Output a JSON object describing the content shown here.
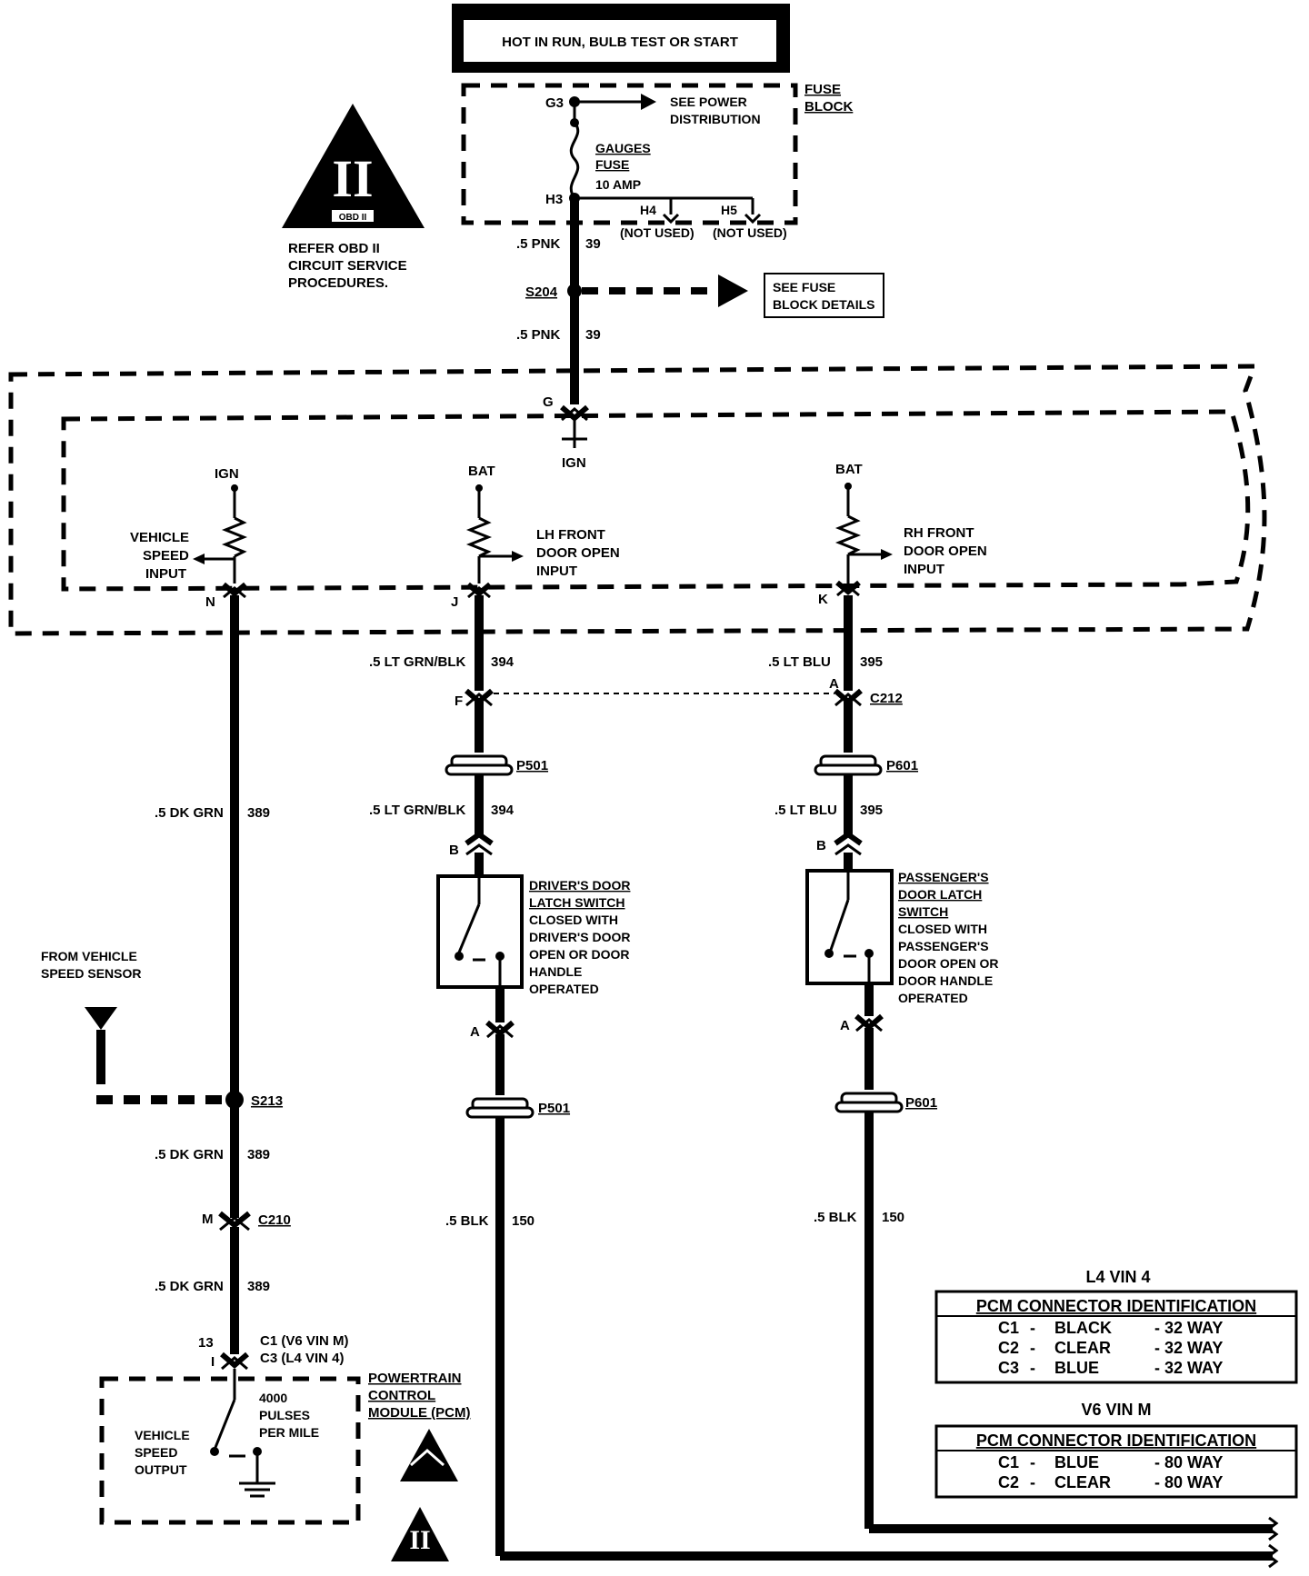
{
  "header": {
    "hot_box": "HOT IN RUN, BULB TEST OR START"
  },
  "fuse_block": {
    "title_line1": "FUSE",
    "title_line2": "BLOCK",
    "g3": "G3",
    "see_power_line1": "SEE POWER",
    "see_power_line2": "DISTRIBUTION",
    "fuse_line1": "GAUGES",
    "fuse_line2": "FUSE",
    "fuse_line3": "10 AMP",
    "h3": "H3",
    "h4": "H4",
    "h5": "H5",
    "h4_note": "(NOT USED)",
    "h5_note": "(NOT USED)"
  },
  "obd": {
    "symbol": "II",
    "symbol_label": "OBD II",
    "refer_line1": "REFER OBD II",
    "refer_line2": "CIRCUIT SERVICE",
    "refer_line3": "PROCEDURES."
  },
  "feed": {
    "wire1": ".5 PNK",
    "circuit1": "39",
    "splice": "S204",
    "fuse_details_line1": "SEE FUSE",
    "fuse_details_line2": "BLOCK DETAILS",
    "wire2": ".5 PNK",
    "circuit2": "39",
    "pin_g": "G",
    "ign": "IGN"
  },
  "module": {
    "vss": {
      "supply": "IGN",
      "label_line1": "VEHICLE",
      "label_line2": "SPEED",
      "label_line3": "INPUT",
      "pin": "N"
    },
    "lh": {
      "supply": "BAT",
      "label_line1": "LH FRONT",
      "label_line2": "DOOR OPEN",
      "label_line3": "INPUT",
      "pin": "J"
    },
    "rh": {
      "supply": "BAT",
      "label_line1": "RH FRONT",
      "label_line2": "DOOR OPEN",
      "label_line3": "INPUT",
      "pin": "K"
    }
  },
  "left_circuit": {
    "wire_a": ".5 DK GRN",
    "circuit_a": "389",
    "from_vss_line1": "FROM VEHICLE",
    "from_vss_line2": "SPEED SENSOR",
    "splice": "S213",
    "wire_b": ".5 DK GRN",
    "circuit_b": "389",
    "pin_m": "M",
    "connector": "C210",
    "wire_c": ".5 DK GRN",
    "circuit_c": "389",
    "pin_13": "13",
    "pin_i": "I",
    "c1_line": "C1 (V6 VIN M)",
    "c3_line": "C3 (L4 VIN 4)"
  },
  "pcm": {
    "title_line1": "POWERTRAIN",
    "title_line2": "CONTROL",
    "title_line3": "MODULE (PCM)",
    "pulses_line1": "4000",
    "pulses_line2": "PULSES",
    "pulses_line3": "PER MILE",
    "vso_line1": "VEHICLE",
    "vso_line2": "SPEED",
    "vso_line3": "OUTPUT"
  },
  "lh_circuit": {
    "wire_a": ".5 LT GRN/BLK",
    "circuit_a": "394",
    "pin_f": "F",
    "connector_p": "P501",
    "wire_b": ".5 LT GRN/BLK",
    "circuit_b": "394",
    "pin_b": "B",
    "switch_line1": "DRIVER'S DOOR",
    "switch_line2": "LATCH SWITCH",
    "switch_line3": "CLOSED WITH",
    "switch_line4": "DRIVER'S DOOR",
    "switch_line5": "OPEN OR DOOR",
    "switch_line6": "HANDLE",
    "switch_line7": "OPERATED",
    "pin_a": "A",
    "connector_p2": "P501",
    "wire_c": ".5 BLK",
    "circuit_c": "150"
  },
  "rh_circuit": {
    "wire_a": ".5 LT BLU",
    "circuit_a": "395",
    "pin_a_top": "A",
    "connector_c": "C212",
    "connector_p": "P601",
    "wire_b": ".5 LT BLU",
    "circuit_b": "395",
    "pin_b": "B",
    "switch_line1": "PASSENGER'S",
    "switch_line2": "DOOR LATCH",
    "switch_line3": "SWITCH",
    "switch_line4": "CLOSED WITH",
    "switch_line5": "PASSENGER'S",
    "switch_line6": "DOOR OPEN OR",
    "switch_line7": "DOOR HANDLE",
    "switch_line8": "OPERATED",
    "pin_a": "A",
    "connector_p2": "P601",
    "wire_c": ".5 BLK",
    "circuit_c": "150"
  },
  "pcm_tables": {
    "l4_title": "L4 VIN 4",
    "l4_header": "PCM CONNECTOR IDENTIFICATION",
    "l4_rows": [
      [
        "C1",
        "-",
        "BLACK",
        "- 32 WAY"
      ],
      [
        "C2",
        "-",
        "CLEAR",
        "- 32 WAY"
      ],
      [
        "C3",
        "-",
        "BLUE",
        "- 32 WAY"
      ]
    ],
    "v6_title": "V6 VIN M",
    "v6_header": "PCM CONNECTOR IDENTIFICATION",
    "v6_rows": [
      [
        "C1",
        "-",
        "BLUE",
        "- 80 WAY"
      ],
      [
        "C2",
        "-",
        "CLEAR",
        "- 80 WAY"
      ]
    ]
  }
}
